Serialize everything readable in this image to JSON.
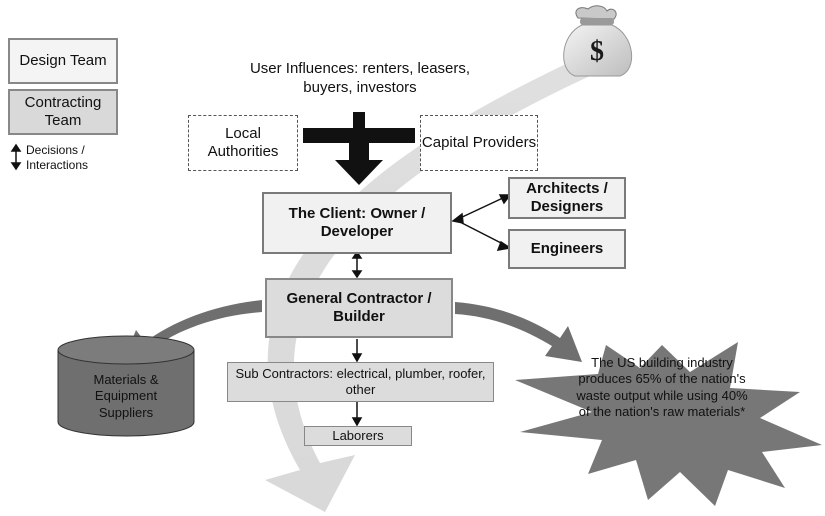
{
  "legend": {
    "design_team": "Design Team",
    "contracting_team": "Contracting Team",
    "decisions": "Decisions / Interactions"
  },
  "top": {
    "user_influences": "User Influences: renters, leasers, buyers, investors",
    "local_authorities": "Local Authorities",
    "capital_providers": "Capital Providers"
  },
  "nodes": {
    "client": "The Client: Owner / Developer",
    "architects": "Architects / Designers",
    "engineers": "Engineers",
    "general_contractor": "General Contractor / Builder",
    "sub_contractors": "Sub Contractors: electrical, plumber, roofer, other",
    "laborers": "Laborers",
    "materials": "Materials & Equipment Suppliers"
  },
  "burst_text": "The US building industry produces 65% of the nation's waste output while using 40% of the nation's raw materials*",
  "money_bag_symbol": "$"
}
